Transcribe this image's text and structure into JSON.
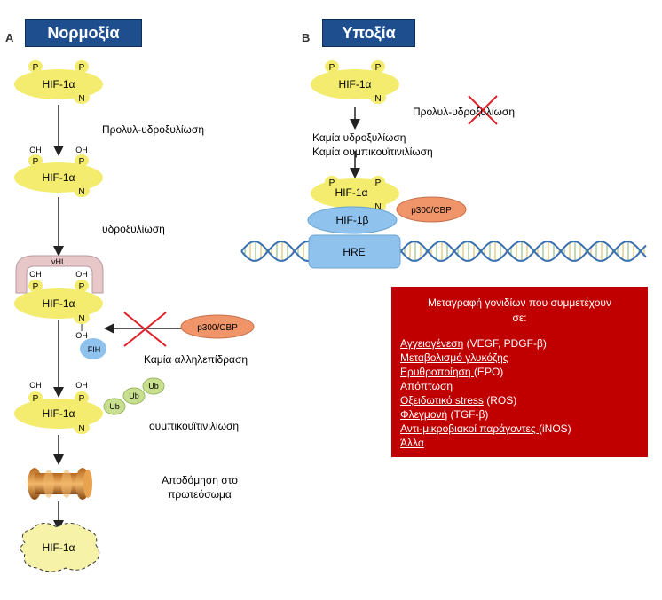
{
  "panelA": {
    "letter": "A",
    "title": "Νορμοξία",
    "labels": {
      "prolyl_hydroxylation": "Προλυλ-υδροξυλίωση",
      "hydroxylation": "υδροξυλίωση",
      "no_interaction": "Καμία αλληλεπίδραση",
      "ubiquitination": "ουμπικουϊτινιλίωση",
      "degradation_line1": "Αποδόμηση στο",
      "degradation_line2": "πρωτεόσωμα"
    }
  },
  "panelB": {
    "letter": "B",
    "title": "Υποξία",
    "labels": {
      "prolyl_hydroxylation": "Προλυλ-υδροξυλίωση",
      "no_hydroxylation": "Καμία   υδροξυλίωση",
      "no_ubiquitination": "Καμία   ουμπικουϊτινιλίωση"
    }
  },
  "molecules": {
    "hif1a": "HIF-1α",
    "hif1b": "HIF-1β",
    "hre": "HRE",
    "p300": "p300/CBP",
    "vhl": "vHL",
    "fih": "FIH",
    "ub": "Ub",
    "p": "P",
    "n": "N",
    "oh": "OH"
  },
  "genes": {
    "title_line1": "Μεταγραφή γονιδίων που συμμετέχουν",
    "title_line2": "σε:",
    "items": [
      {
        "name": "Αγγειογένεση",
        "detail": " (VEGF, PDGF-β)"
      },
      {
        "name": "Μεταβολισμό γλυκόζης",
        "detail": ""
      },
      {
        "name": "Ερυθροποίηση ",
        "detail": "(EPO)"
      },
      {
        "name": "Απόπτωση",
        "detail": ""
      },
      {
        "name": "Οξειδωτικό stress",
        "detail": " (ROS)"
      },
      {
        "name": "Φλεγμονή",
        "detail": " (TGF-β)"
      },
      {
        "name": "Αντι-μικροβιακοί παράγοντες ",
        "detail": "(iNOS)"
      },
      {
        "name": "Άλλα",
        "detail": ""
      }
    ]
  },
  "colors": {
    "header": "#1f4e8f",
    "hif1a": "#f3ec6e",
    "hif1b": "#8fc3ee",
    "p300": "#f0956a",
    "ub": "#c7df8f",
    "vhl": "#e8c7c9",
    "genes_box": "#c00000",
    "cross": "#e0202a"
  }
}
